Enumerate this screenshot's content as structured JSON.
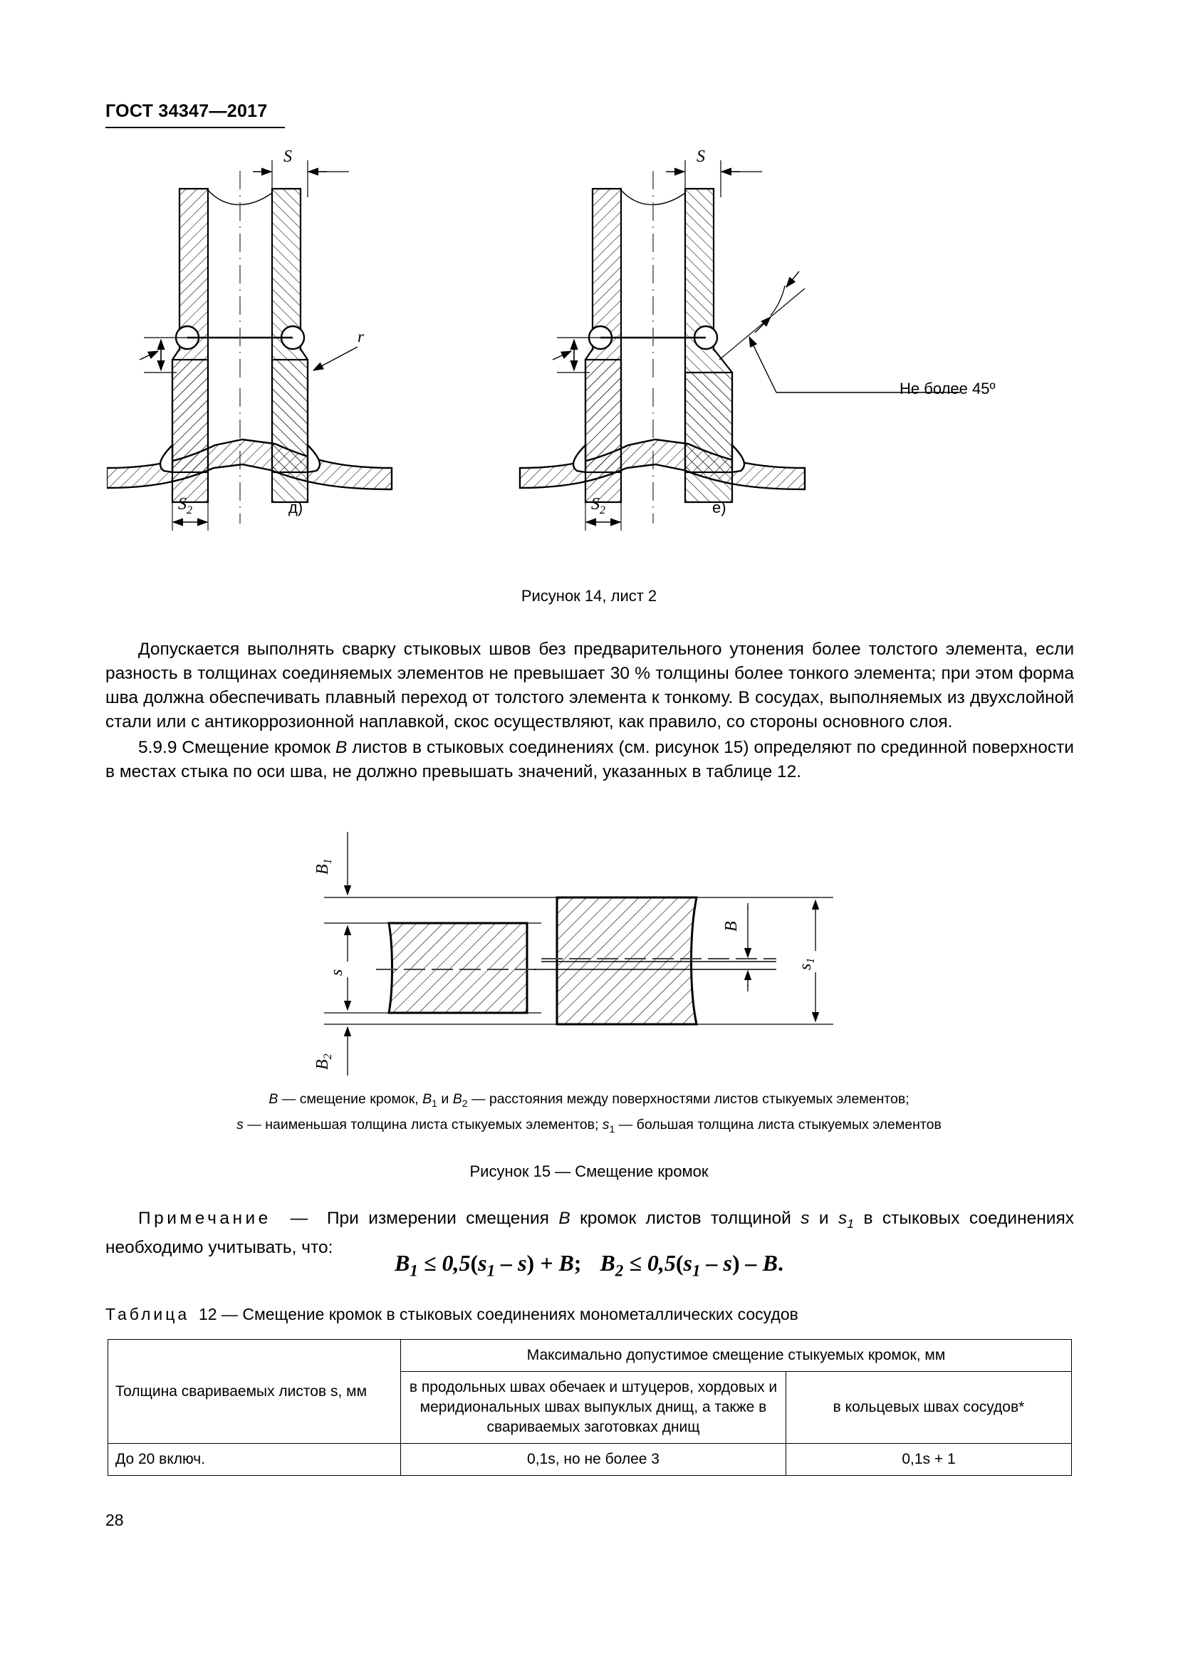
{
  "document": {
    "header": "ГОСТ 34347—2017",
    "page_number": "28"
  },
  "figure14": {
    "label_S": "S",
    "label_r": "r",
    "label_S2": "S",
    "label_S2_sub": "2",
    "angle_note": "Не более 45º",
    "sublabel_left": "д)",
    "sublabel_right": "е)",
    "caption": "Рисунок 14, лист 2"
  },
  "paragraphs": {
    "p1": "Допускается выполнять сварку стыковых швов без предварительного утонения более толстого элемента, если разность в толщинах соединяемых элементов не превышает 30 % толщины более тонкого элемента; при этом форма шва должна обеспечивать плавный переход от толстого элемента к тонкому. В сосудах, выполняемых из двухслойной стали или с антикоррозионной наплавкой, скос осуществляют, как правило, со стороны основного слоя.",
    "p2_prefix": "5.9.9 Смещение кромок ",
    "p2_italic": "В",
    "p2_suffix": " листов в стыковых соединениях (см. рисунок 15) определяют по срединной поверхности в местах стыка по оси шва, не должно превышать значений, указанных в таблице 12."
  },
  "figure15": {
    "label_B1": "B",
    "label_B1_sub": "1",
    "label_B2": "B",
    "label_B2_sub": "2",
    "label_s": "s",
    "label_s1": "s",
    "label_s1_sub": "1",
    "label_B": "B",
    "legend_line1": "B — смещение кромок, B1 и B2 — расстояния между поверхностями листов стыкуемых элементов;",
    "legend_line2": "s — наименьшая толщина листа стыкуемых элементов; s1 — большая толщина листа стыкуемых элементов",
    "caption": "Рисунок 15 — Смещение кромок"
  },
  "note": {
    "label": "Примечание",
    "dash": "—",
    "text_before": "При измерении смещения ",
    "italic_B": "В",
    "text_mid": " кромок листов толщиной ",
    "italic_s": "s",
    "text_and": " и ",
    "italic_s1": "s",
    "italic_s1_sub": "1",
    "text_after": " в стыковых соединениях необходимо учитывать, что:"
  },
  "formula": {
    "part1_var": "B",
    "part1_sub": "1",
    "part1_rest": " ≤ 0,5",
    "part1_paren": "(s1 − s)",
    "part1_tail": " + B;",
    "part2_var": "B",
    "part2_sub": "2",
    "part2_rest": " ≤ 0,5",
    "part2_paren": "(s1 − s)",
    "part2_tail": " − B."
  },
  "table12": {
    "title_label": "Таблица",
    "title_number": "12",
    "title_text": "— Смещение кромок в стыковых соединениях монометаллических сосудов",
    "header_col1": "Толщина свариваемых листов s, мм",
    "header_span": "Максимально допустимое смещение стыкуемых кромок, мм",
    "header_col2": "в продольных швах обечаек и штуцеров, хордовых и меридиональных швах выпуклых днищ, а также в свариваемых заготовках днищ",
    "header_col3": "в кольцевых швах сосудов*",
    "rows": [
      {
        "thickness": "До 20 включ.",
        "longitudinal": "0,1s, но не более 3",
        "circumferential": "0,1s + 1"
      }
    ]
  }
}
